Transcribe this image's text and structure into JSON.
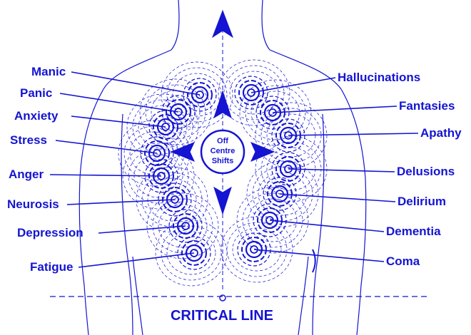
{
  "colors": {
    "ink": "#1414d2",
    "background": "#ffffff"
  },
  "centre": {
    "line1": "Off",
    "line2": "Centre",
    "line3": "Shifts"
  },
  "critical_line": "CRITICAL LINE",
  "left_labels": [
    "Manic",
    "Panic",
    "Anxiety",
    "Stress",
    "Anger",
    "Neurosis",
    "Depression",
    "Fatigue"
  ],
  "right_labels": [
    "Hallucinations",
    "Fantasies",
    "Apathy",
    "Delusions",
    "Delirium",
    "Dementia",
    "Coma"
  ],
  "arrows": [
    "up-arrow",
    "down-arrow",
    "left-arrow",
    "right-arrow",
    "top-arrow"
  ]
}
